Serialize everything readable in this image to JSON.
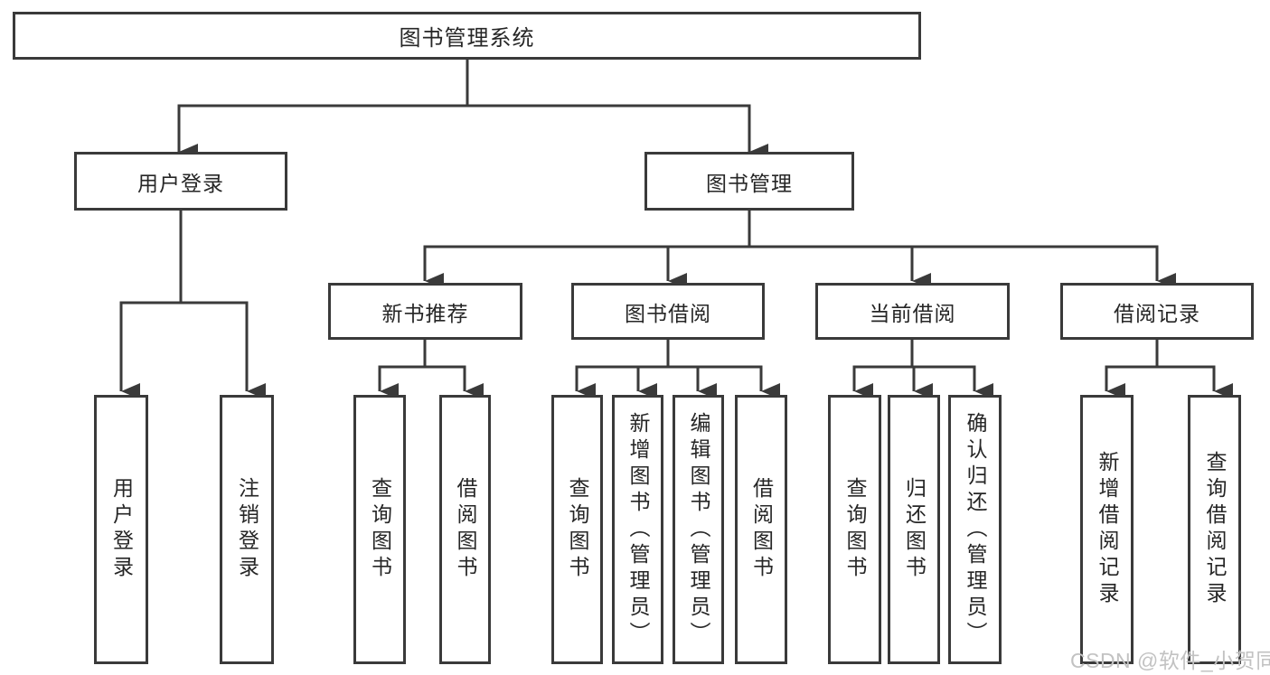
{
  "diagram": {
    "colors": {
      "line_color": "#3a3a3a",
      "text_color": "#262626",
      "box_bg": "#ffffff",
      "watermark_color": "#c2c2c2",
      "page_bg": "#ffffff"
    },
    "root": {
      "label": "图书管理系统"
    },
    "branches": {
      "user_login": {
        "label": "用户登录",
        "children": [
          {
            "label": "用户登录"
          },
          {
            "label": "注销登录"
          }
        ]
      },
      "book_management": {
        "label": "图书管理",
        "children": {
          "new_book_recommend": {
            "label": "新书推荐",
            "children": [
              {
                "label": "查询图书"
              },
              {
                "label": "借阅图书"
              }
            ]
          },
          "book_borrow": {
            "label": "图书借阅",
            "children": [
              {
                "label": "查询图书"
              },
              {
                "label": "新增图书（管理员）"
              },
              {
                "label": "编辑图书（管理员）"
              },
              {
                "label": "借阅图书"
              }
            ]
          },
          "current_borrow": {
            "label": "当前借阅",
            "children": [
              {
                "label": "查询图书"
              },
              {
                "label": "归还图书"
              },
              {
                "label": "确认归还（管理员）"
              }
            ]
          },
          "borrow_records": {
            "label": "借阅记录",
            "children": [
              {
                "label": "新增借阅记录"
              },
              {
                "label": "查询借阅记录"
              }
            ]
          }
        }
      }
    },
    "watermark": "CSDN @软件_小贺同学"
  }
}
